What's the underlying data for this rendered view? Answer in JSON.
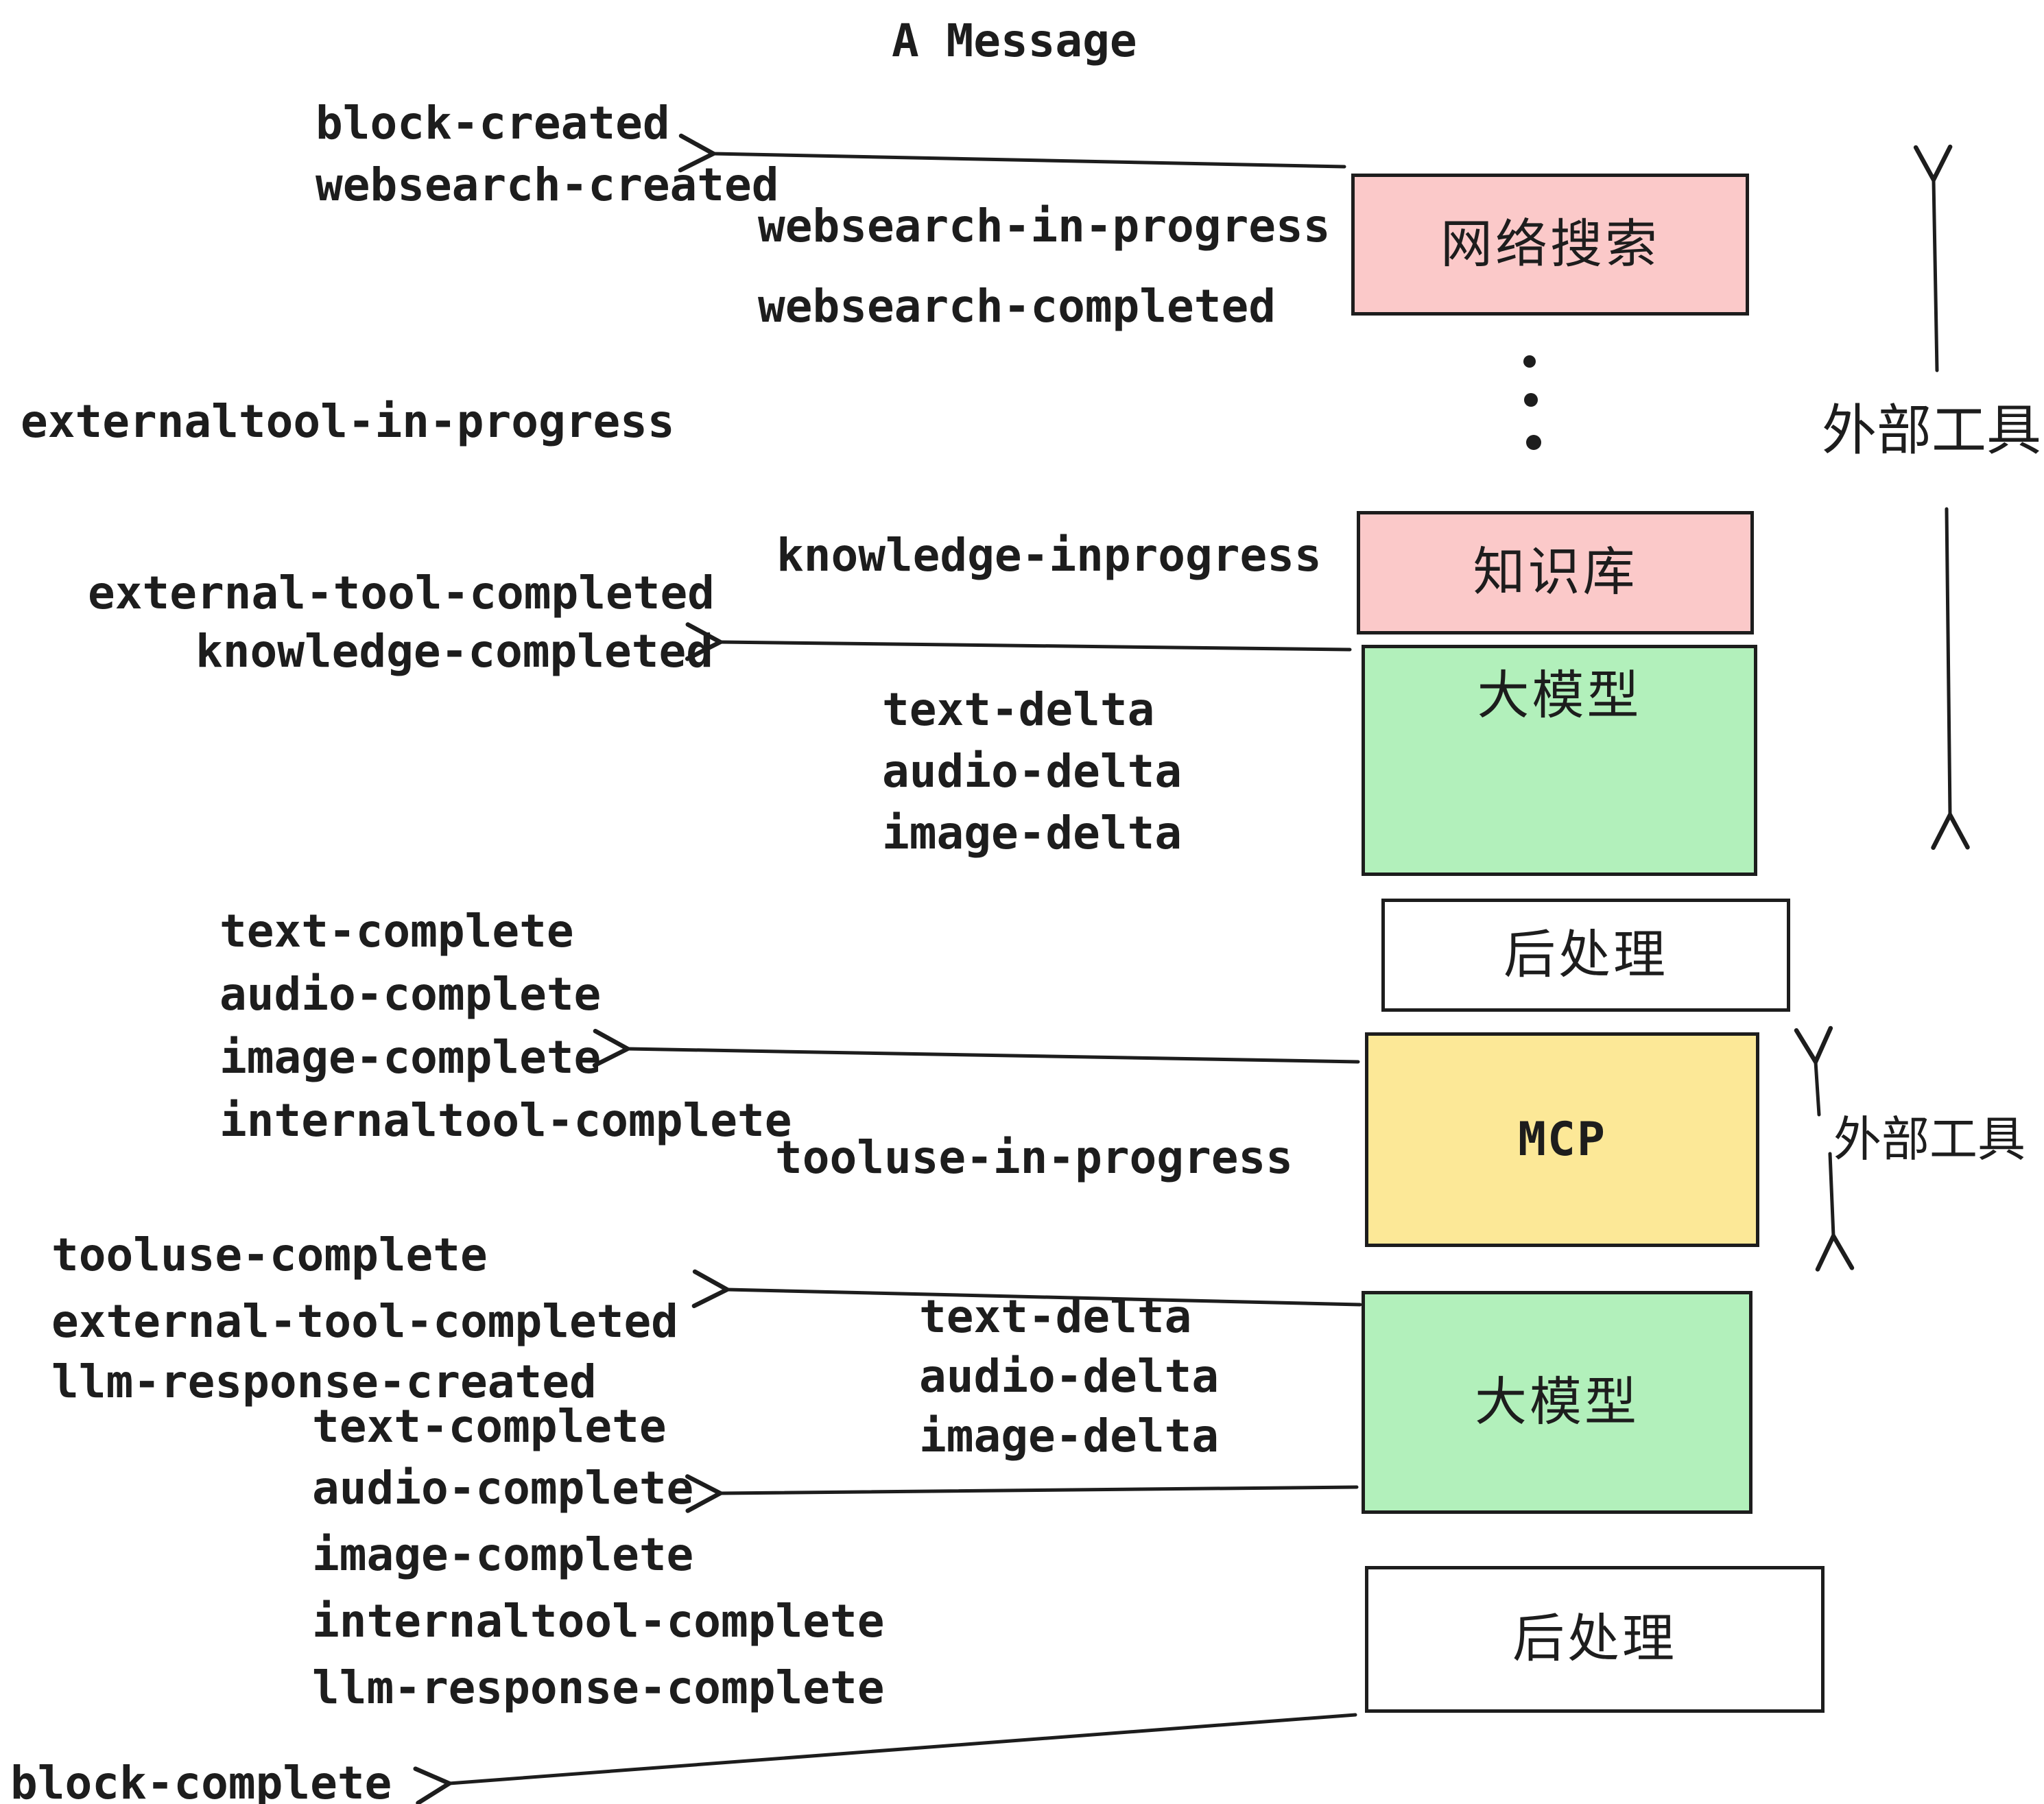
{
  "title": "A Message",
  "events": {
    "block_created": "block-created",
    "websearch_created": "websearch-created",
    "websearch_in_progress": "websearch-in-progress",
    "websearch_completed": "websearch-completed",
    "externaltool_in_progress": "externaltool-in-progress",
    "knowledge_inprogress": "knowledge-inprogress",
    "external_tool_completed": "external-tool-completed",
    "knowledge_completed": "knowledge-completed",
    "text_delta": "text-delta",
    "audio_delta": "audio-delta",
    "image_delta": "image-delta",
    "text_complete": "text-complete",
    "audio_complete": "audio-complete",
    "image_complete": "image-complete",
    "internaltool_complete": "internaltool-complete",
    "tooluse_in_progress": "tooluse-in-progress",
    "tooluse_complete": "tooluse-complete",
    "llm_response_created": "llm-response-created",
    "llm_response_complete": "llm-response-complete",
    "block_complete": "block-complete"
  },
  "boxes": {
    "websearch": {
      "label": "网络搜索",
      "fill": "#FBC9C9"
    },
    "knowledge": {
      "label": "知识库",
      "fill": "#FBC9C9"
    },
    "llm": {
      "label": "大模型",
      "fill": "#B2F0BB"
    },
    "postprocess": {
      "label": "后处理",
      "fill": "#FFFFFF"
    },
    "mcp": {
      "label": "MCP",
      "fill": "#FCE897"
    }
  },
  "annotations": {
    "external_tools": "外部工具"
  },
  "colors": {
    "ink": "#1d1d1d",
    "background": "#FFFFFF",
    "pink": "#FBC9C9",
    "green": "#B2F0BB",
    "yellow": "#FCE897"
  }
}
